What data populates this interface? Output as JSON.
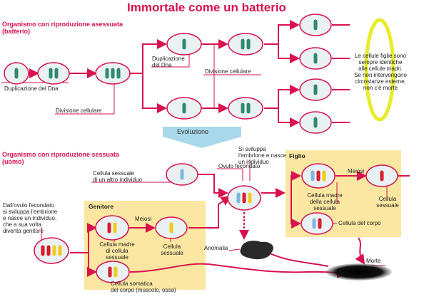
{
  "title": "Immortale come un batterio",
  "asexual": {
    "heading": "Organismo con riproduzione asessuata\n(batterio)",
    "labels": {
      "dup1": "Duplicazione del Dna",
      "div1": "Divisione cellulare",
      "dup2": "Duplicazione\ndel Dna",
      "div2": "Divisione cellulare"
    },
    "note": "Le cellule figlie sono\nsempre identiche\nalle cellule madri.\nSe non intervengono\ncircostanze esterne,\nnon c'è morte"
  },
  "evolution_label": "Evoluzione",
  "sexual": {
    "heading": "Organismo con riproduzione sessuata\n(uomo)",
    "embryo_top": "Si sviluppa\nl'embrione e nasce\nun individuo",
    "ovulo": "Ovulo fecondato",
    "sex_cell_other": "Cellula sessuale\ndi un altro individuo",
    "left_note": "Dall'ovulo fecondato\nsi sviluppa l'embrione\ne nasce un individuo,\nche a sua volta\ndiventa genitore",
    "genitore": {
      "title": "Genitore",
      "meiosi": "Meiosi",
      "mother_cell": "Cellula madre\ndi cellula\nsessuale",
      "sex_cell": "Cellula\nsessuale",
      "somatic": "Cellula somatica\ndel corpo (muscolo, ossa)"
    },
    "figlio": {
      "title": "Figlio",
      "meiosi": "Meiosi",
      "mother_cell": "Cellula madre\ndella cellula\nsessuale",
      "sex_cell": "Cellula\nsessuale",
      "body_cell": "Cellula del corpo"
    },
    "anomalia": "Anomalia",
    "morte": "Morte"
  },
  "colors": {
    "arrow": "#d8124f",
    "title": "#d8124f",
    "box_fill": "#fbe7a1",
    "cell_fill": "#e9f1f3",
    "green": "#2e8a6a",
    "blue": "#7fb6de",
    "red": "#d81c2c",
    "yellow": "#f3c91d",
    "evolution_arrow": "#a8d8ea",
    "highlight_ring": "#e8ec2a"
  },
  "icons": [
    "green-chromosome",
    "blue-chromosome",
    "red-chromosome",
    "yellow-chromosome",
    "black-blob"
  ]
}
